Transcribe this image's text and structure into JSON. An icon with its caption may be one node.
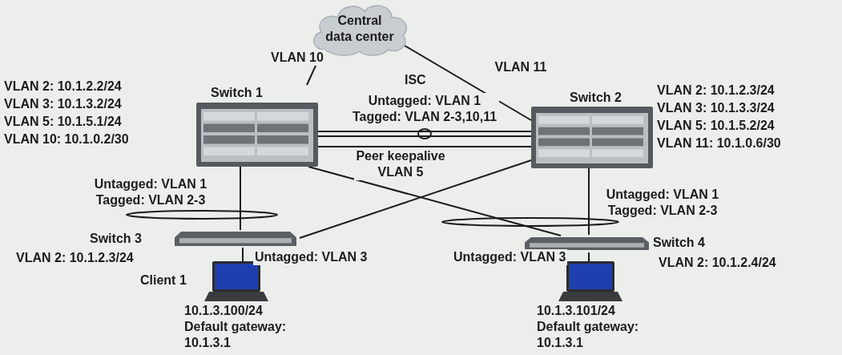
{
  "diagram": {
    "nodes": [
      {
        "text": [
          "Central data center"
        ]
      },
      {
        "text": [
          "Switch 1"
        ],
        "beside": [
          "VLAN 2: 10.1.2.2/24",
          "VLAN 3: 10.1.3.2/24",
          "VLAN 5: 10.1.5.1/24",
          "VLAN 10: 10.1.0.2/30"
        ]
      },
      {
        "text": [
          "Switch 2"
        ],
        "beside": [
          "VLAN 2: 10.1.2.3/24",
          "VLAN 3: 10.1.3.3/24",
          "VLAN 5: 10.1.5.2/24",
          "VLAN 11: 10.1.0.6/30"
        ]
      },
      {
        "text": [
          "Switch 3"
        ],
        "beside": [
          "VLAN 2: 10.1.2.3/24"
        ]
      },
      {
        "text": [
          "Switch 4"
        ],
        "beside": [
          "VLAN 2: 10.1.2.4/24"
        ]
      },
      {
        "text": [
          "Client 1"
        ],
        "beside": [
          "10.1.3.100/24",
          "Default gateway: 10.1.3.1"
        ]
      },
      {
        "text": [],
        "shape": "picture",
        "beside": [
          "10.1.3.101/24",
          "Default gateway: 10.1.3.1"
        ]
      }
    ],
    "edges": [
      {
        "from": 0,
        "to": 1,
        "arrow": "none",
        "label": "VLAN 10"
      },
      {
        "from": 0,
        "to": 2,
        "arrow": "none",
        "label": "VLAN 11"
      },
      {
        "from": 1,
        "to": 2,
        "arrow": "none",
        "label": "Untagged: VLAN 1 Tagged: VLAN 2-3,10,11"
      },
      {
        "from": 1,
        "to": 2,
        "arrow": "none",
        "label": "Peer keepalive VLAN 5"
      },
      {
        "from": 1,
        "to": 3,
        "arrow": "none",
        "label": "Untagged: VLAN 1 Tagged: VLAN 2-3"
      },
      {
        "from": 2,
        "to": 3,
        "arrow": "none"
      },
      {
        "from": 1,
        "to": 4,
        "arrow": "none"
      },
      {
        "from": 2,
        "to": 4,
        "arrow": "none",
        "label": "Untagged: VLAN 1 Tagged: VLAN 2-3"
      },
      {
        "from": 3,
        "to": 5,
        "arrow": "none",
        "label": "Untagged: VLAN 3"
      },
      {
        "from": 4,
        "to": 6,
        "arrow": "none",
        "label": "Untagged: VLAN 3"
      }
    ],
    "labels": [
      "ISC"
    ]
  }
}
